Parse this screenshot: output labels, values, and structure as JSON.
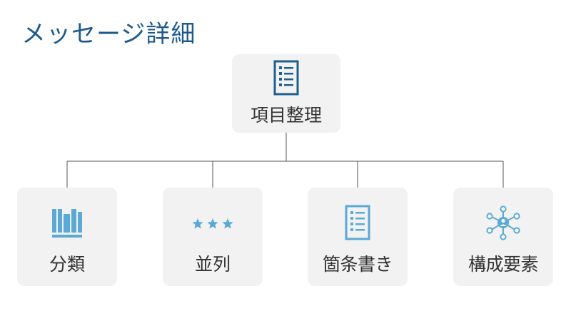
{
  "slide": {
    "title": "メッセージ詳細"
  },
  "root": {
    "label": "項目整理",
    "icon": "list-document-icon"
  },
  "children": [
    {
      "label": "分類",
      "icon": "books-icon"
    },
    {
      "label": "並列",
      "icon": "three-stars-icon"
    },
    {
      "label": "箇条書き",
      "icon": "bullet-list-icon"
    },
    {
      "label": "構成要素",
      "icon": "network-nodes-icon"
    }
  ],
  "colors": {
    "title": "#1c5a8c",
    "root_icon": "#1f5f8e",
    "child_icon": "#5aa9d6",
    "box_background": "#f2f2f2",
    "connector": "#555555",
    "label": "#333333"
  }
}
